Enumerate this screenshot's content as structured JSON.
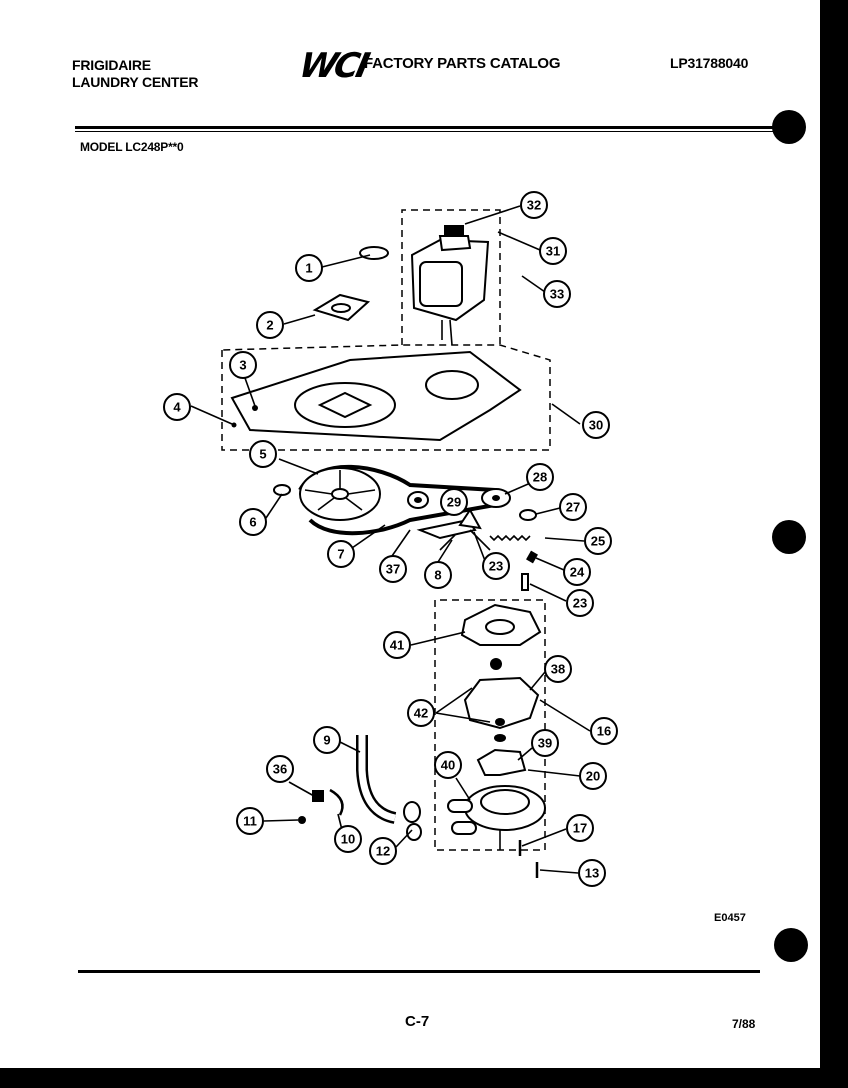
{
  "header": {
    "brand_line1": "FRIGIDAIRE",
    "brand_line2": "LAUNDRY CENTER",
    "logo_text": "WCI",
    "catalog_title": "FACTORY PARTS CATALOG",
    "publication_number": "LP31788040",
    "model_label": "MODEL LC248P**0"
  },
  "footer": {
    "page_number": "C-7",
    "date": "7/88",
    "diagram_code": "E0457"
  },
  "callouts": [
    "1",
    "2",
    "3",
    "4",
    "5",
    "6",
    "7",
    "8",
    "9",
    "10",
    "11",
    "12",
    "13",
    "16",
    "17",
    "20",
    "23",
    "23",
    "24",
    "25",
    "27",
    "28",
    "29",
    "30",
    "31",
    "32",
    "33",
    "36",
    "37",
    "38",
    "39",
    "40",
    "41",
    "42"
  ],
  "colors": {
    "ink": "#000000",
    "paper": "#ffffff"
  }
}
